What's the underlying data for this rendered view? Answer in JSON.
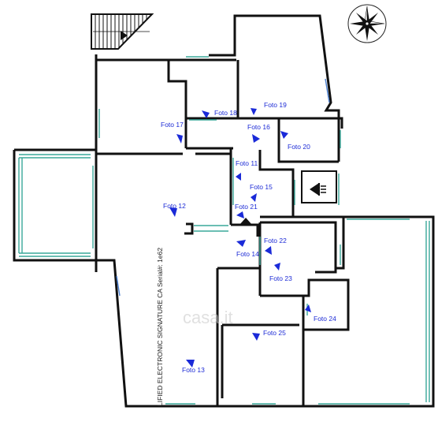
{
  "photos": [
    {
      "id": "foto-11",
      "label": "Foto 11"
    },
    {
      "id": "foto-12",
      "label": "Foto 12"
    },
    {
      "id": "foto-13",
      "label": "Foto 13"
    },
    {
      "id": "foto-14",
      "label": "Foto 14"
    },
    {
      "id": "foto-15",
      "label": "Foto 15"
    },
    {
      "id": "foto-16",
      "label": "Foto 16"
    },
    {
      "id": "foto-17",
      "label": "Foto 17"
    },
    {
      "id": "foto-18",
      "label": "Foto 18"
    },
    {
      "id": "foto-19",
      "label": "Foto 19"
    },
    {
      "id": "foto-20",
      "label": "Foto 20"
    },
    {
      "id": "foto-21",
      "label": "Foto 21"
    },
    {
      "id": "foto-22",
      "label": "Foto 22"
    },
    {
      "id": "foto-23",
      "label": "Foto 23"
    },
    {
      "id": "foto-24",
      "label": "Foto 24"
    },
    {
      "id": "foto-25",
      "label": "Foto 25"
    }
  ],
  "signature": "LIFIED ELECTRONIC SIGNATURE CA Serial#: 1e62",
  "watermark": "casa.it",
  "icons": {
    "compass": "compass-rose-icon",
    "stairs": "staircase-icon"
  },
  "colors": {
    "wall": "#111111",
    "window": "#3aa89a",
    "marker": "#1a2ad8",
    "label": "#1d2bd6"
  }
}
